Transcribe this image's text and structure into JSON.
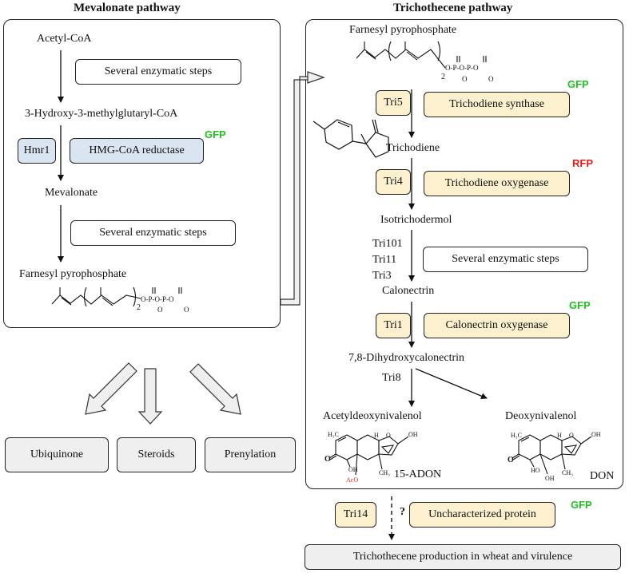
{
  "colors": {
    "gfp": "#22c022",
    "rfp": "#e01b1b",
    "yellow_box": "#fdf0cf",
    "blue_box": "#dbe4f1",
    "gray_box": "#efefef"
  },
  "mevalonate": {
    "title": "Mevalonate pathway",
    "acetyl_coa": "Acetyl-CoA",
    "steps1": "Several enzymatic steps",
    "hmg_coa": "3-Hydroxy-3-methylglutaryl-CoA",
    "gfp": "GFP",
    "hmr1": "Hmr1",
    "hmg_reductase": "HMG-CoA reductase",
    "mevalonate": "Mevalonate",
    "steps2": "Several enzymatic steps",
    "farnesyl": "Farnesyl pyrophosphate"
  },
  "outputs": {
    "ubiquinone": "Ubiquinone",
    "steroids": "Steroids",
    "prenylation": "Prenylation"
  },
  "trichothecene": {
    "title": "Trichothecene pathway",
    "farnesyl": "Farnesyl pyrophosphate",
    "tri5": "Tri5",
    "trichodiene_synthase": "Trichodiene synthase",
    "gfp1": "GFP",
    "trichodiene": "Trichodiene",
    "tri4": "Tri4",
    "trichodiene_oxygenase": "Trichodiene oxygenase",
    "rfp": "RFP",
    "isotrichodermol": "Isotrichodermol",
    "tri101": "Tri101",
    "tri11": "Tri11",
    "tri3": "Tri3",
    "steps": "Several enzymatic steps",
    "calonectrin": "Calonectrin",
    "tri1": "Tri1",
    "calonectrin_oxygenase": "Calonectrin oxygenase",
    "gfp2": "GFP",
    "dihydroxy": "7,8-Dihydroxycalonectrin",
    "tri8": "Tri8",
    "acetyl_don": "Acetyldeoxynivalenol",
    "adon_label": "15-ADON",
    "don": "Deoxynivalenol",
    "don_label": "DON"
  },
  "chem": {
    "ppo": "O-P-O-P-O",
    "o_minus": "O",
    "sub2": "2",
    "h3c": "H₃C",
    "oh": "OH",
    "o": "O",
    "h": "H",
    "ch3": "CH₃",
    "aco": "AcO",
    "ho": "HO"
  },
  "bottom": {
    "tri14": "Tri14",
    "question": "?",
    "uncharacterized": "Uncharacterized protein",
    "gfp": "GFP",
    "production": "Trichothecene production in wheat and virulence"
  }
}
